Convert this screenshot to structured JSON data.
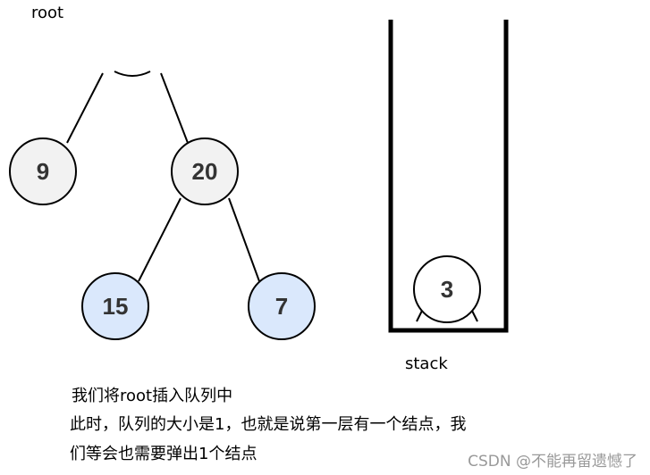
{
  "labels": {
    "root": "root",
    "stack": "stack"
  },
  "tree": {
    "left_child": "9",
    "right_child": "20",
    "right_left": "15",
    "right_right": "7"
  },
  "stack_items": [
    "3"
  ],
  "colors": {
    "node_fill": "#f2f2f2",
    "highlight_fill": "#dae8fc",
    "stroke": "#000000"
  },
  "description": {
    "line1": "我们将root插入队列中",
    "line2": "此时，队列的大小是1，也就是说第一层有一个结点，我",
    "line3": "们等会也需要弹出1个结点"
  },
  "watermark": "CSDN @不能再留遗憾了"
}
